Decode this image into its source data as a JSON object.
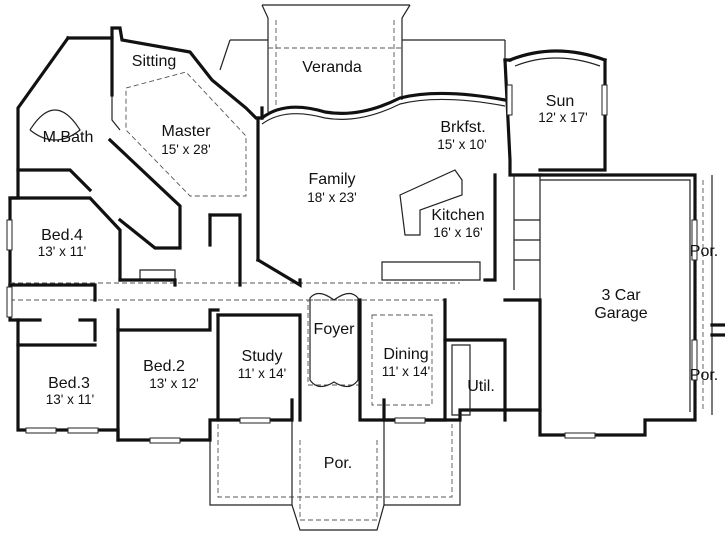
{
  "rooms": {
    "sitting": {
      "name": "Sitting"
    },
    "veranda": {
      "name": "Veranda"
    },
    "master": {
      "name": "Master",
      "size": "15' x 28'"
    },
    "mbath": {
      "name": "M.Bath"
    },
    "sun": {
      "name": "Sun",
      "size": "12' x 17'"
    },
    "brkfst": {
      "name": "Brkfst.",
      "size": "15' x 10'"
    },
    "family": {
      "name": "Family",
      "size": "18' x 23'"
    },
    "kitchen": {
      "name": "Kitchen",
      "size": "16' x 16'"
    },
    "bed4": {
      "name": "Bed.4",
      "size": "13' x 11'"
    },
    "garage": {
      "name_line1": "3 Car",
      "name_line2": "Garage"
    },
    "por_right_top": {
      "name": "Por."
    },
    "por_right_bottom": {
      "name": "Por."
    },
    "foyer": {
      "name": "Foyer"
    },
    "dining": {
      "name": "Dining",
      "size": "11' x 14'"
    },
    "study": {
      "name": "Study",
      "size": "11' x 14'"
    },
    "bed2": {
      "name": "Bed.2",
      "size": "13' x 12'"
    },
    "bed3": {
      "name": "Bed.3",
      "size": "13' x 11'"
    },
    "util": {
      "name": "Util."
    },
    "por_front": {
      "name": "Por."
    }
  }
}
